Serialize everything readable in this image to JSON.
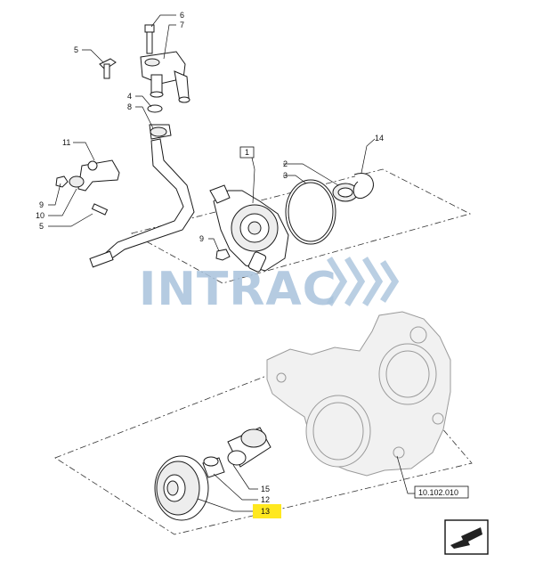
{
  "watermark": {
    "text": "INTRAC",
    "color": "#a9c3dc"
  },
  "highlight_color": "#ffe81f",
  "callouts": {
    "c6": "6",
    "c7": "7",
    "c5a": "5",
    "c4": "4",
    "c8": "8",
    "c11": "11",
    "c9a": "9",
    "c10": "10",
    "c5b": "5",
    "c1": "1",
    "c2": "2",
    "c3": "3",
    "c14": "14",
    "c9b": "9",
    "c15": "15",
    "c12": "12",
    "c13": "13"
  },
  "reference_label": "10.102.010",
  "highlighted_callout": "13",
  "nav_icon": "arrow-next-icon"
}
